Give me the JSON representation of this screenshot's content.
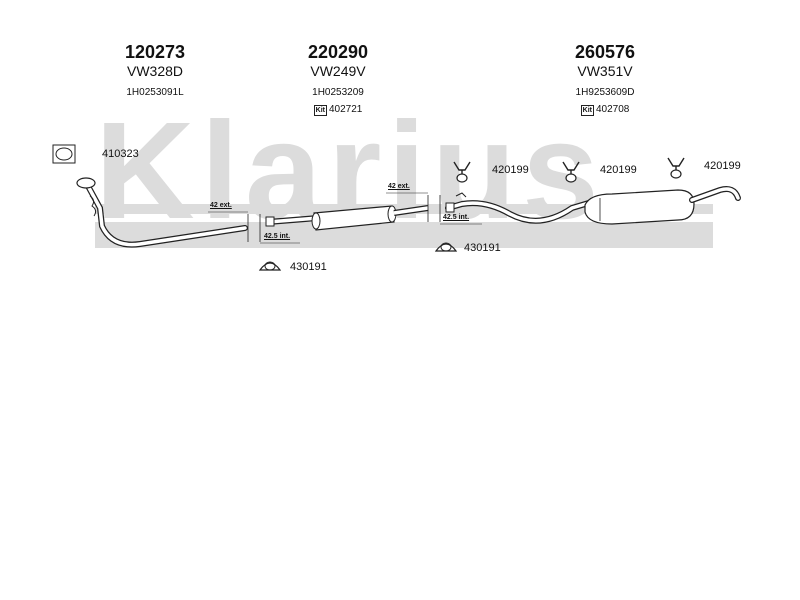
{
  "watermark": "Klarius",
  "groups": [
    {
      "part_number": "120273",
      "code": "VW328D",
      "oem": "1H0253091L",
      "kit": ""
    },
    {
      "part_number": "220290",
      "code": "VW249V",
      "oem": "1H0253209",
      "kit": "402721"
    },
    {
      "part_number": "260576",
      "code": "VW351V",
      "oem": "1H9253609D",
      "kit": "402708"
    }
  ],
  "kit_badge": "Kit",
  "accessories": {
    "gasket": "410323",
    "clamp_1": "430191",
    "clamp_2": "430191",
    "hanger_1": "420199",
    "hanger_2": "420199",
    "hanger_3": "420199"
  },
  "dimensions": {
    "ext_1": "42 ext.",
    "int_1": "42.5 int.",
    "ext_2": "42 ext.",
    "int_2": "42.5 int."
  }
}
